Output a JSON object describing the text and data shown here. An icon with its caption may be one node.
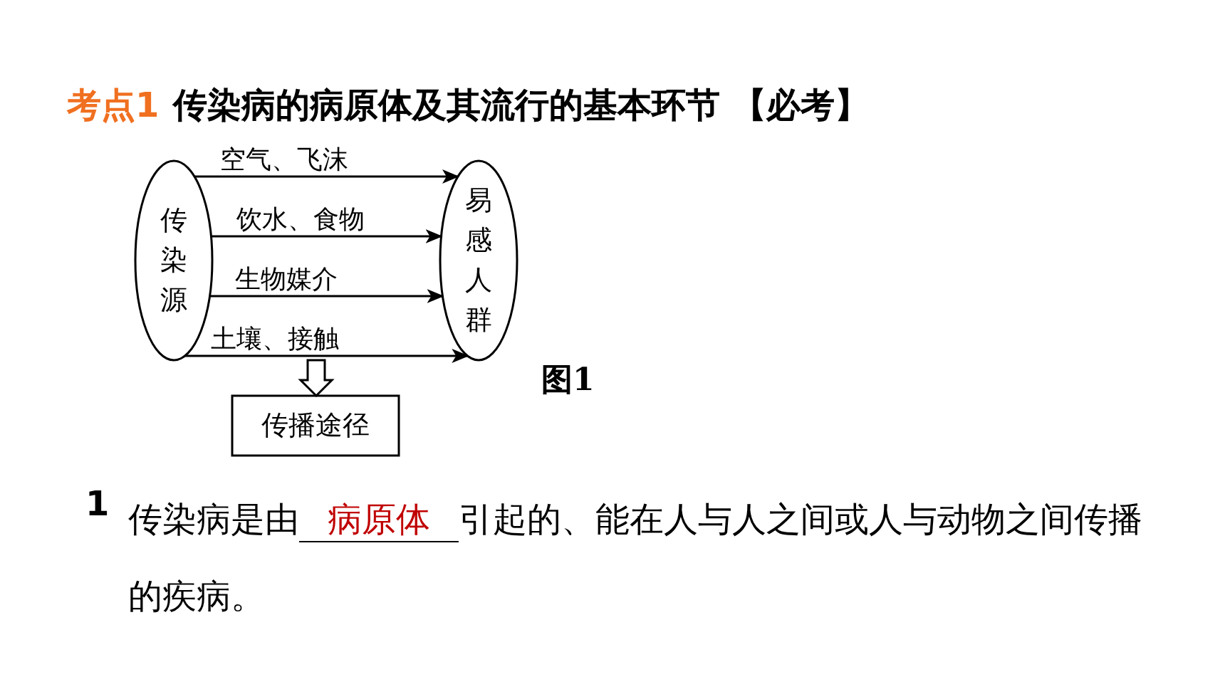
{
  "diagram": {
    "title": "考点1 传染病的病原体及其流行的基本环节 【必考】",
    "nodes": [
      {
        "text": [
          "传染源"
        ]
      },
      {
        "text": [
          "易感人群"
        ]
      },
      {
        "text": [
          "传播途径"
        ]
      }
    ],
    "edges": [
      {
        "from": 0,
        "to": 1,
        "arrow": "to",
        "label": "空气、飞沫"
      },
      {
        "from": 0,
        "to": 1,
        "arrow": "to",
        "label": "饮水、食物"
      },
      {
        "from": 0,
        "to": 1,
        "arrow": "to",
        "label": "生物媒介"
      },
      {
        "from": 0,
        "to": 1,
        "arrow": "to",
        "label": "土壤、接触"
      },
      {
        "from": null,
        "to": 2,
        "arrow": "to"
      }
    ],
    "labels": [
      "图1",
      "1",
      "传染病是由",
      "病原体",
      "引起的、能在人与人之间或人与动物之间传播的疾病。"
    ]
  }
}
